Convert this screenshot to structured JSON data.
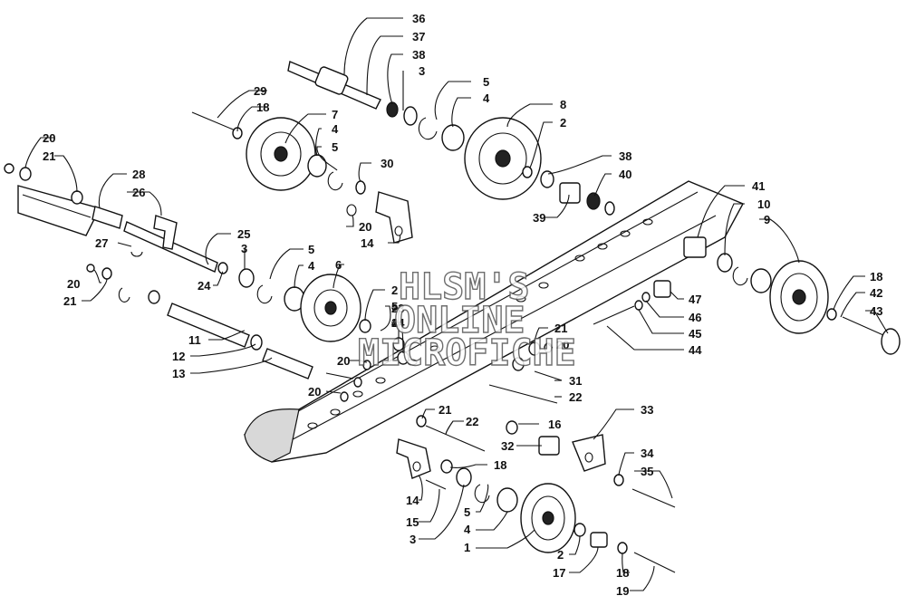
{
  "watermark": {
    "line1": "HLSM'S",
    "line2": "ONLINE",
    "line3": "MICROFICHE"
  },
  "callouts": [
    "36",
    "37",
    "38",
    "3",
    "5",
    "4",
    "8",
    "2",
    "29",
    "18",
    "7",
    "4",
    "5",
    "30",
    "38",
    "40",
    "39",
    "20",
    "21",
    "28",
    "26",
    "20",
    "14",
    "41",
    "10",
    "9",
    "27",
    "25",
    "3",
    "5",
    "4",
    "24",
    "20",
    "21",
    "6",
    "2",
    "5",
    "4",
    "47",
    "46",
    "45",
    "44",
    "18",
    "42",
    "43",
    "11",
    "12",
    "23",
    "24",
    "21",
    "20",
    "13",
    "20",
    "20",
    "31",
    "22",
    "21",
    "22",
    "16",
    "33",
    "32",
    "34",
    "35",
    "18",
    "14",
    "15",
    "5",
    "4",
    "3",
    "1",
    "2",
    "17",
    "18",
    "19"
  ]
}
